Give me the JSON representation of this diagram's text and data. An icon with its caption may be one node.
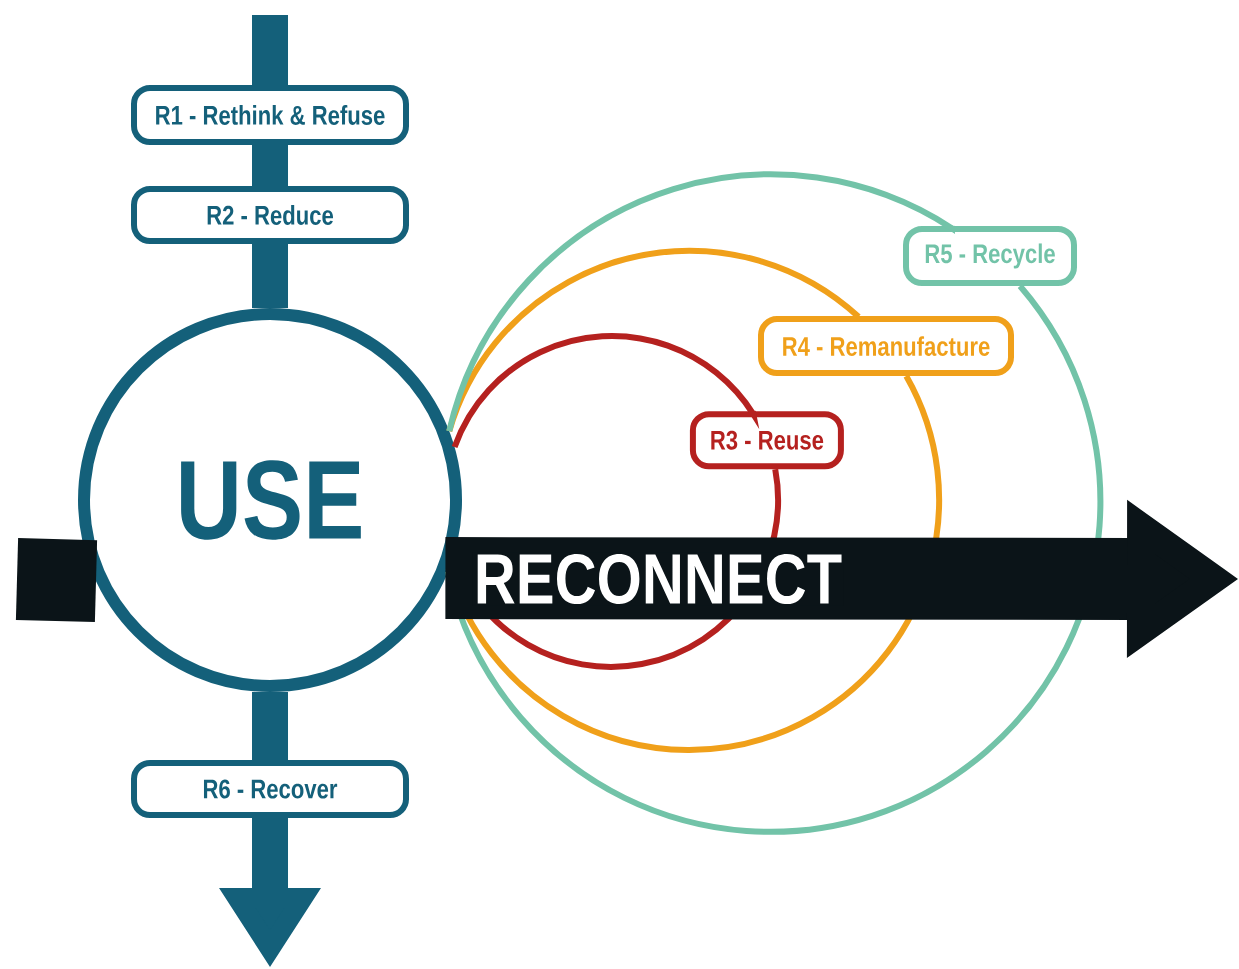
{
  "diagram": {
    "nodes": [
      {
        "text": [
          "USE"
        ]
      },
      {
        "text": [
          "R1 - Rethink & Refuse"
        ]
      },
      {
        "text": [
          "R2 - Reduce"
        ]
      },
      {
        "text": [
          "R3 - Reuse"
        ]
      },
      {
        "text": [
          "R4 - Remanufacture"
        ]
      },
      {
        "text": [
          "R5 - Recycle"
        ]
      },
      {
        "text": [
          "R6 - Recover"
        ]
      }
    ],
    "edges": [
      {
        "from": null,
        "to": 1,
        "arrow": "none"
      },
      {
        "from": 1,
        "to": 2,
        "arrow": "none"
      },
      {
        "from": 2,
        "to": 0,
        "arrow": "none"
      },
      {
        "from": 0,
        "to": 6,
        "arrow": "none"
      },
      {
        "from": 6,
        "to": null,
        "arrow": "to"
      },
      {
        "from": 0,
        "to": 3,
        "arrow": "none",
        "color": "#b5211f"
      },
      {
        "from": 3,
        "to": 0,
        "arrow": "none",
        "color": "#b5211f"
      },
      {
        "from": 0,
        "to": 4,
        "arrow": "none",
        "color": "#f0a01a"
      },
      {
        "from": 4,
        "to": 0,
        "arrow": "none",
        "color": "#f0a01a"
      },
      {
        "from": 0,
        "to": 5,
        "arrow": "none",
        "color": "#72c3a8"
      },
      {
        "from": 5,
        "to": 0,
        "arrow": "none",
        "color": "#72c3a8"
      },
      {
        "from": null,
        "to": 0,
        "arrow": "none",
        "style": "thick",
        "color": "#0b1418"
      },
      {
        "from": 0,
        "to": null,
        "arrow": "to",
        "style": "thick",
        "color": "#0b1418",
        "label": "RECONNECT"
      }
    ]
  }
}
